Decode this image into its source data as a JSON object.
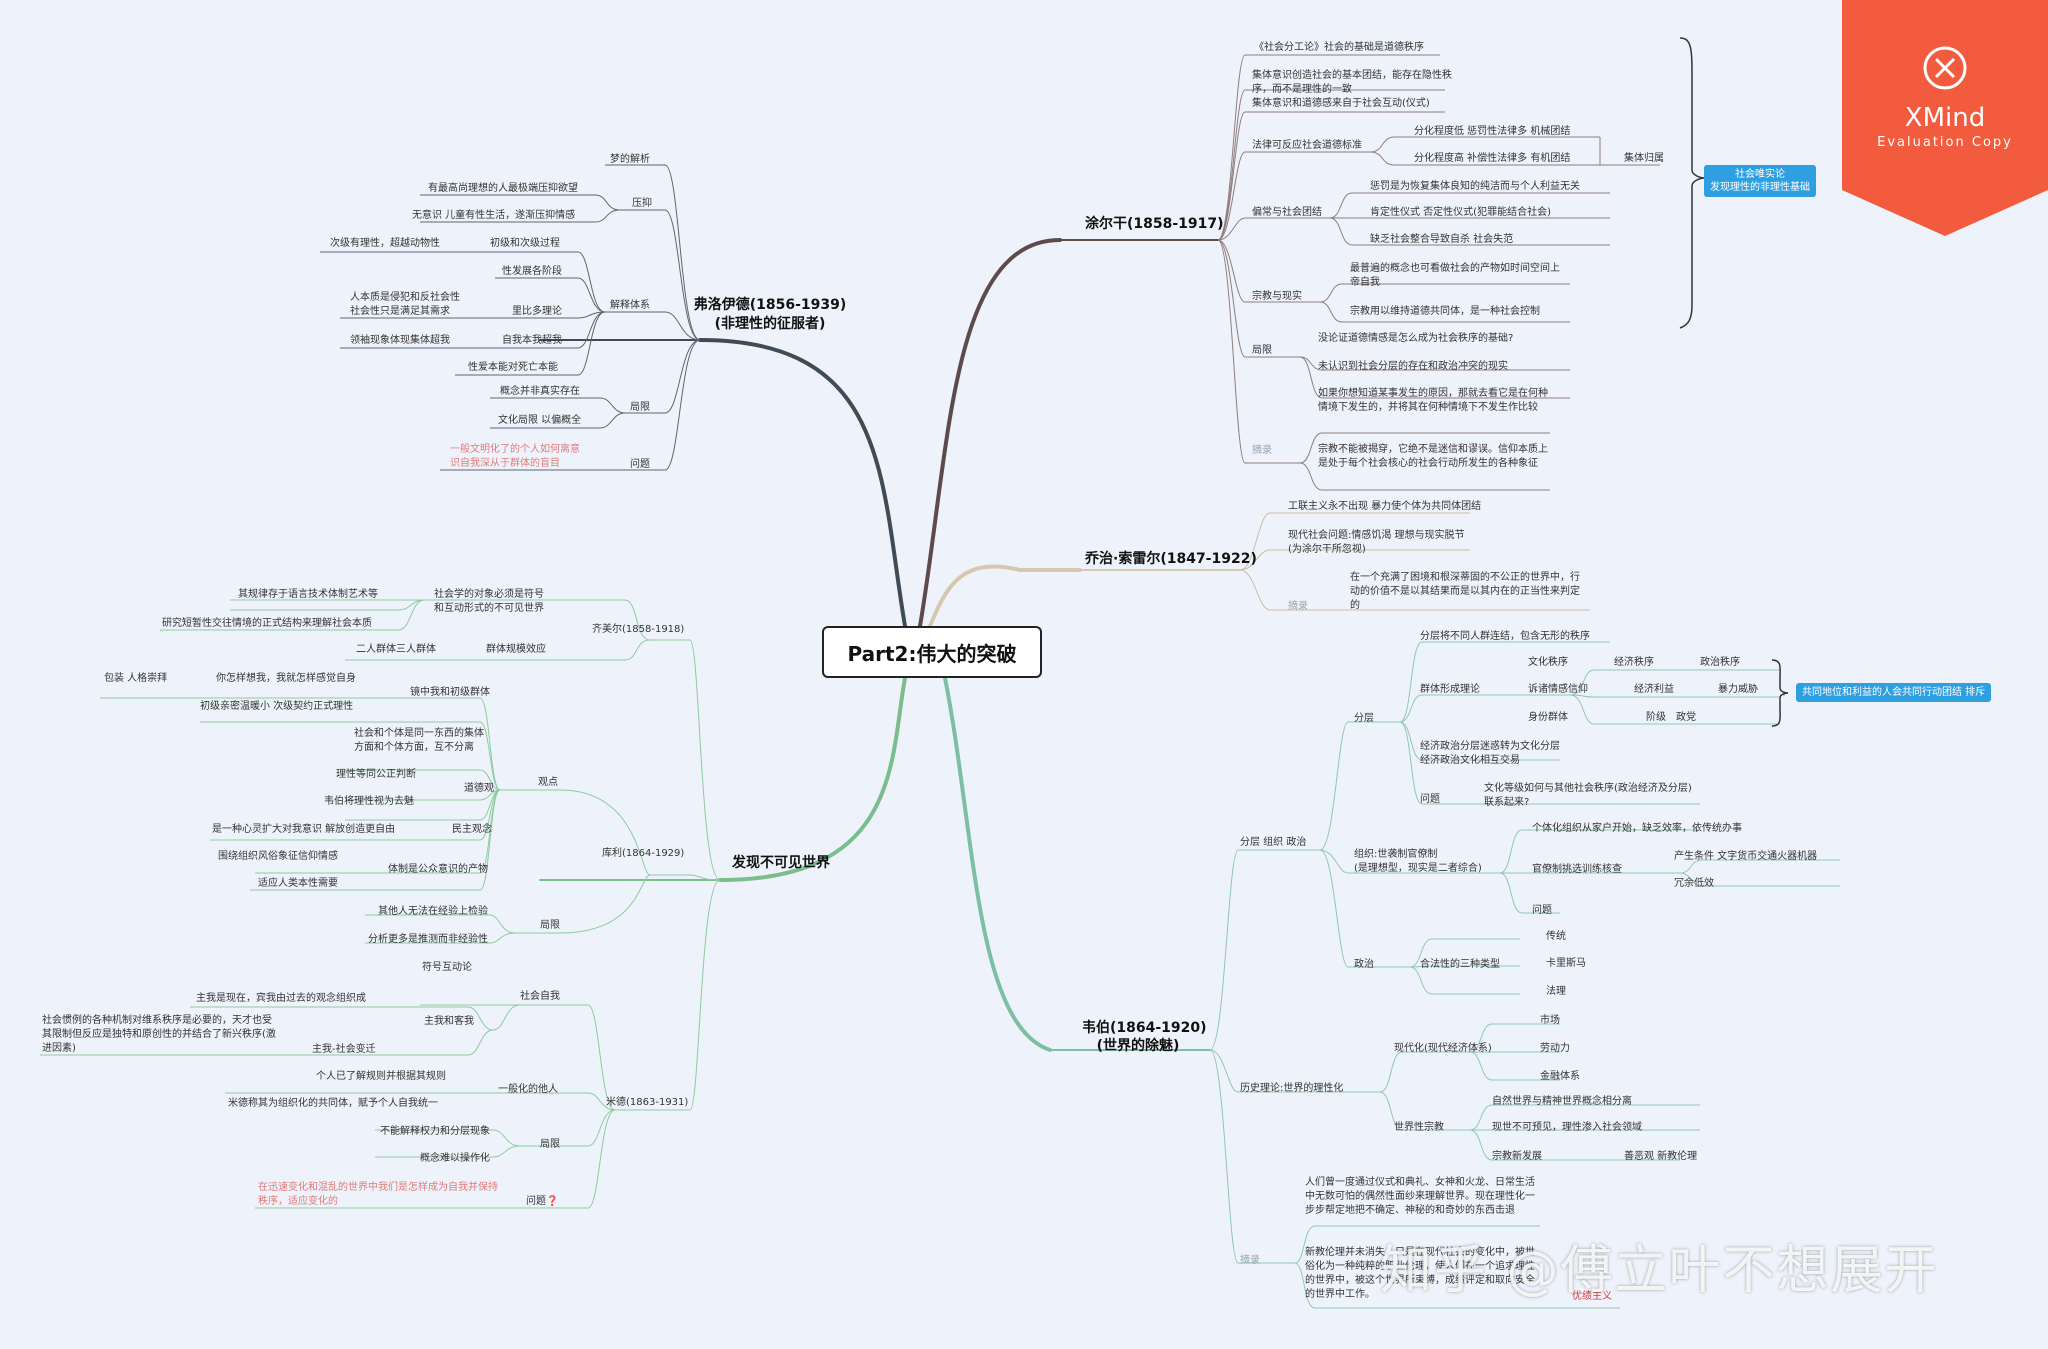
{
  "center": "Part2:伟大的突破",
  "branches": {
    "durkheim": {
      "title": "涂尔干(1858-1917)",
      "n1": "《社会分工论》社会的基础是道德秩序",
      "n2a": "集体意识创造社会的基本团结，能存在隐性秩",
      "n2b": "序，而不是理性的一致",
      "n3": "集体意识和道德感来自于社会互动(仪式)",
      "law": "法律可反应社会道德标准",
      "law1": "分化程度低 惩罚性法律多 机械团结",
      "law2": "分化程度高 补偿性法律多 有机团结",
      "law_group": "集体归属",
      "tag": "社会唯实论\n发现理性的非理性基础",
      "deviance": "偏常与社会团结",
      "dev1": "惩罚是为恢复集体良知的纯洁而与个人利益无关",
      "dev2": "肯定性仪式 否定性仪式(犯罪能结合社会)",
      "dev3": "缺乏社会整合导致自杀 社会失范",
      "religion": "宗教与现实",
      "rel1a": "最普遍的概念也可看做社会的产物如时间空间上",
      "rel1b": "帝自我",
      "rel2": "宗教用以维持道德共同体，是一种社会控制",
      "limits": "局限",
      "lim1": "没论证道德情感是怎么成为社会秩序的基础?",
      "lim2": "未认识到社会分层的存在和政治冲突的现实",
      "quote": "摘录",
      "q1": "如果你想知道某事发生的原因，那就去看它是在何种情境下发生的，并将其在何种情境下不发生作比较",
      "q2": "宗教不能被揭穿，它绝不是迷信和谬误。信仰本质上是处于每个社会核心的社会行动所发生的各种象征"
    },
    "sorel": {
      "title": "乔治·索雷尔(1847-1922)",
      "s1": "工联主义永不出现 暴力使个体为共同体团结",
      "s2a": "现代社会问题:情感饥渴 理想与现实脱节",
      "s2b": "(为涂尔干所忽视)",
      "quote": "摘录",
      "q1": "在一个充满了困境和根深蒂固的不公正的世界中，行动的价值不是以其结果而是以其内在的正当性来判定的"
    },
    "weber": {
      "title": "韦伯(1864-1920)",
      "subtitle": "(世界的除魅)",
      "stratify": "分层 组织 政治",
      "layer": "分层",
      "layer1": "分层将不同人群连结，包含无形的秩序",
      "group": "群体形成理论",
      "cultural_order": "文化秩序",
      "economic_order": "经济秩序",
      "political_order": "政治秩序",
      "emotional_belief": "诉诸情感信仰",
      "economic_interest": "经济利益",
      "violence": "暴力威胁",
      "status_group": "身份群体",
      "class": "阶级",
      "party": "政党",
      "group_tag": "共同地位和利益的人会共同行动团结 排斥",
      "conv1": "经济政治分层迷惑转为文化分层",
      "conv2": "经济政治文化相互交易",
      "question": "问题",
      "question_text1": "文化等级如何与其他社会秩序(政治经济及分层)",
      "question_text2": "联系起来?",
      "org1": "组织:世袭制官僚制",
      "org2": "(是理想型，现实是二者综合)",
      "org_a": "个体化组织从家户开始，缺乏效率，依传统办事",
      "org_b": "官僚制挑选训练核查",
      "org_b1": "产生条件 文字货币交通火器机器",
      "org_b2": "冗余低效",
      "org_q": "问题",
      "politics": "政治",
      "legit": "合法性的三种类型",
      "legit1": "传统",
      "legit2": "卡里斯马",
      "legit3": "法理",
      "history": "历史理论:世界的理性化",
      "modern": "现代化(现代经济体系)",
      "mod1": "市场",
      "mod2": "劳动力",
      "mod3": "金融体系",
      "world_religion": "世界性宗教",
      "wr1": "自然世界与精神世界概念相分离",
      "wr2": "现世不可预见，理性渗入社会领域",
      "wr3": "宗教新发展",
      "wr3b": "善恶观 新教伦理",
      "quote": "摘录",
      "q1": "人们曾一度通过仪式和典礼、女神和火龙、日常生活中无数可怕的偶然性面纱来理解世界。现在理性化一步步帮定地把不确定、神秘的和奇妙的东西击退",
      "q2": "新教伦理并未消失，只是在现代社会的变化中，被世俗化为一种纯粹的职业伦理，使人们在一个追求理性的世界中，被这个世界所束缚，成绩评定和取向安全的世界中工作。",
      "q2_red": "优绩主义"
    },
    "freud": {
      "title": "弗洛伊德(1856-1939)",
      "subtitle": "(非理性的征服者)",
      "dream": "梦的解析",
      "repress": "压抑",
      "rep1": "有最高尚理想的人最极端压抑欲望",
      "rep2": "无意识 儿童有性生活，遂渐压抑情感",
      "expl": "解释体系",
      "e0a": "次级有理性，超越动物性",
      "e0b": "初级和次级过程",
      "e1": "性发展各阶段",
      "e2a": "人本质是侵犯和反社会性",
      "e2b": "社会性只是满足其需求",
      "e2c": "里比多理论",
      "e3a": "领袖现象体现集体超我",
      "e3b": "自我本我超我",
      "e4": "性爱本能对死亡本能",
      "limits": "局限",
      "l1": "概念并非真实存在",
      "l2": "文化局限 以偏概全",
      "question": "问题",
      "q1a": "一般文明化了的个人如何离意",
      "q1b": "识自我深从于群体的盲目"
    },
    "invisible": {
      "title": "发现不可见世界",
      "simmel": "齐美尔(1858-1918)",
      "sim1a": "社会学的对象必须是符号",
      "sim1b": "和互动形式的不可见世界",
      "sim1c": "其规律存于语言技术体制艺术等",
      "sim1d": "研究短暂性交往情境的正式结构来理解社会本质",
      "sim2": "群体规模效应",
      "sim2a": "二人群体三人群体",
      "cooley": "库利(1864-1929)",
      "c_view": "观点",
      "c1": "镜中我和初级群体",
      "c1a": "你怎样想我，我就怎样感觉自身",
      "c1b": "包装 人格崇拜",
      "c1c": "初级亲密温暖小 次级契约正式理性",
      "c2a": "社会和个体是同一东西的集体",
      "c2b": "方面和个体方面，互不分离",
      "c3": "道德观",
      "c3a": "理性等同公正判断",
      "c3b": "韦伯将理性视为去魅",
      "c4": "民主观念",
      "c4a": "是一种心灵扩大对我意识 解放创造更自由",
      "c5": "体制是公众意识的产物",
      "c5a": "围绕组织风俗象征信仰情感",
      "c5b": "适应人类本性需要",
      "c_lim": "局限",
      "cl1": "其他人无法在经验上检验",
      "cl2": "分析更多是推测而非经验性",
      "mead": "米德(1863-1931)",
      "m_self": "社会自我",
      "m1": "符号互动论",
      "m2": "主我和客我",
      "m2a": "主我是现在，宾我由过去的观念组织成",
      "m2b": "主我-社会变迁",
      "m2c": "社会惯例的各种机制对维系秩序是必要的，天才也受其限制但反应是独特和原创性的并结合了新兴秩序(激进因素)",
      "m3": "一般化的他人",
      "m3a": "个人已了解规则并根据其规则",
      "m3b": "米德称其为组织化的共同体，赋予个人自我统一",
      "m_lim": "局限",
      "ml1": "不能解释权力和分层现象",
      "ml2": "概念难以操作化",
      "m_q": "问题❓",
      "mq": "在迅速变化和混乱的世界中我们是怎样成为自我并保持秩序，适应变化的"
    }
  },
  "xmind": {
    "brand": "XMind",
    "sub": "Evaluation Copy",
    "color": "#f35b3f"
  },
  "watermark": "知乎 @傅立叶不想展开"
}
